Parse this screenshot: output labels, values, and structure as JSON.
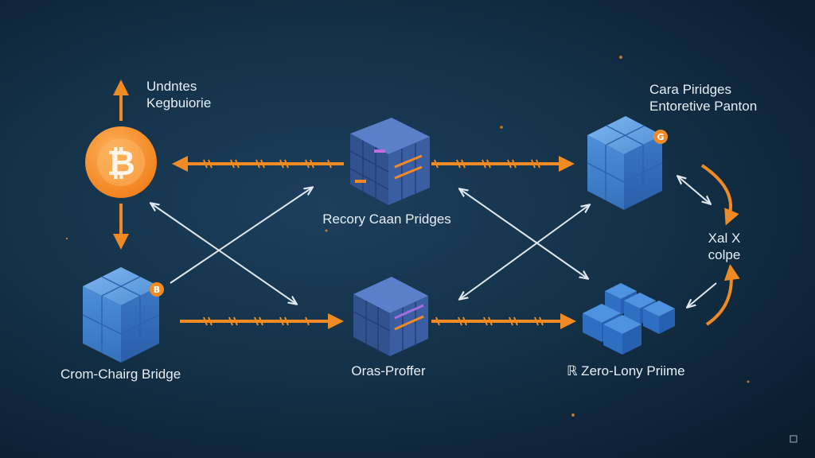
{
  "labels": {
    "top_left_line1": "Undntes",
    "top_left_line2": "Kegbuiorie",
    "top_right_line1": "Cara Piridges",
    "top_right_line2": "Entoretive Panton",
    "center_top": "Recory Caan Pridges",
    "right_mid_line1": "Xal X",
    "right_mid_line2": "colpe",
    "bottom_left": "Crom-Chairg Bridge",
    "bottom_center": "Oras-Proffer",
    "bottom_right": "ℝ Zero-Lony Priime"
  },
  "icons": {
    "coin_symbol": "₿",
    "badge_small": "B",
    "badge_small_right": "G",
    "corner_mark": "□"
  },
  "colors": {
    "background": "#143249",
    "orange": "#f08a24",
    "cube_light": "#4a90d9",
    "cube_dark": "#2c4f8f",
    "arrow_white": "#dfe7ef"
  }
}
